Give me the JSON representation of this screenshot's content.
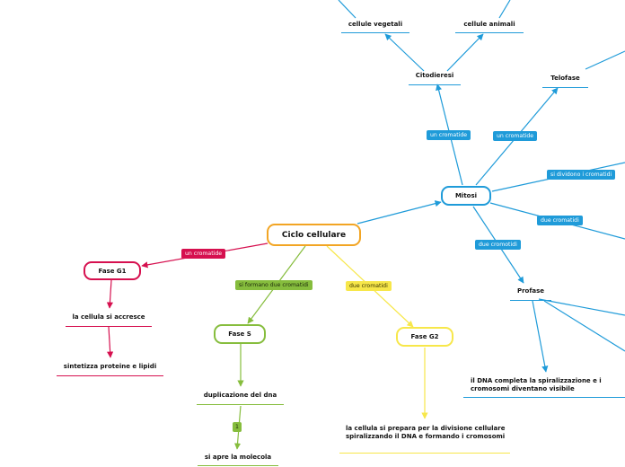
{
  "colors": {
    "blue": "#1f9bd9",
    "orange": "#f2a524",
    "magenta": "#d6104f",
    "green": "#86bd3d",
    "yellow": "#f7e74a"
  },
  "root": {
    "label": "Ciclo cellulare"
  },
  "mitosi": {
    "label": "Mitosi"
  },
  "citodieresi": {
    "label": "Citodieresi"
  },
  "cellule_vegetali": {
    "label": "cellule vegetali"
  },
  "cellule_animali": {
    "label": "cellule animali"
  },
  "telofase": {
    "label": "Telofase"
  },
  "profase": {
    "label": "Profase"
  },
  "profase_detail": {
    "label": "il DNA completa  la spiralizzazione e i cromosomi diventano visibile"
  },
  "fase_g1": {
    "label": "Fase G1"
  },
  "g1_accresce": {
    "label": "la cellula si accresce"
  },
  "g1_proteine": {
    "label": "sintetizza proteine e lipidi"
  },
  "fase_s": {
    "label": "Fase S"
  },
  "s_duplicazione": {
    "label": "duplicazione del dna"
  },
  "s_molecola": {
    "label": "si apre la molecola"
  },
  "fase_g2": {
    "label": "Fase G2"
  },
  "g2_detail": {
    "label": "la cellula si prepara per la divisione cellulare spiralizzando il DNA e formando i cromosomi"
  },
  "labels": {
    "mitosi_citodieresi": "un cromatide",
    "mitosi_telofase": "un cromatide",
    "mitosi_right1": "si dividono i cromatidi",
    "mitosi_right2": "due cromatidi",
    "mitosi_profase": "due cromotidi",
    "root_g1": "un cromatide",
    "root_s": "si formano due cromatidi",
    "root_g2": "due cromatidi",
    "s_step": "1"
  }
}
